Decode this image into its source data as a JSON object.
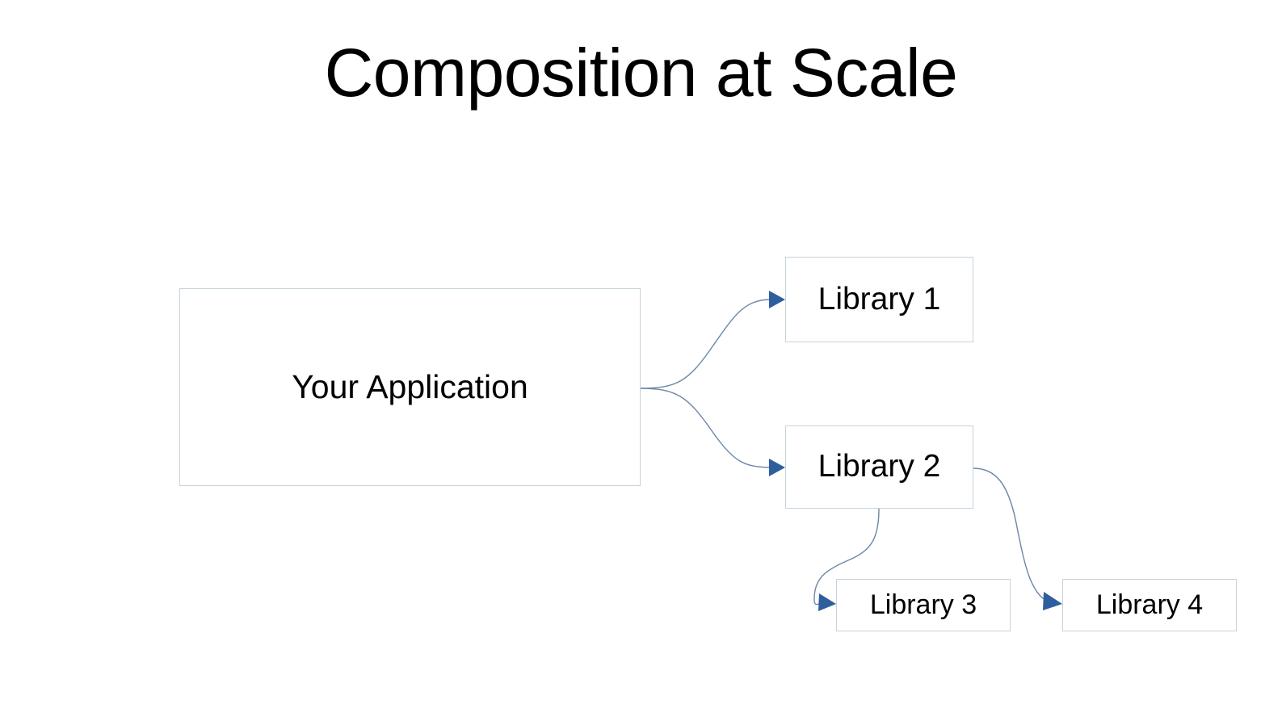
{
  "slide": {
    "title": "Composition at Scale",
    "background_color": "#ffffff"
  },
  "theme": {
    "node_border_color": "#c6d3dc",
    "node_fill_color": "#ffffff",
    "connector_line_color": "#6b87a8",
    "arrowhead_color": "#2e5e9e",
    "text_color": "#000000"
  },
  "diagram": {
    "nodes": [
      {
        "id": "app",
        "label": "Your Application"
      },
      {
        "id": "lib1",
        "label": "Library 1"
      },
      {
        "id": "lib2",
        "label": "Library 2"
      },
      {
        "id": "lib3",
        "label": "Library 3"
      },
      {
        "id": "lib4",
        "label": "Library 4"
      }
    ],
    "edges": [
      {
        "from": "app",
        "to": "lib1",
        "from_side": "right",
        "to_side": "left"
      },
      {
        "from": "app",
        "to": "lib2",
        "from_side": "right",
        "to_side": "left"
      },
      {
        "from": "lib2",
        "to": "lib3",
        "from_side": "bottom",
        "to_side": "left"
      },
      {
        "from": "lib2",
        "to": "lib4",
        "from_side": "right",
        "to_side": "left"
      }
    ]
  }
}
